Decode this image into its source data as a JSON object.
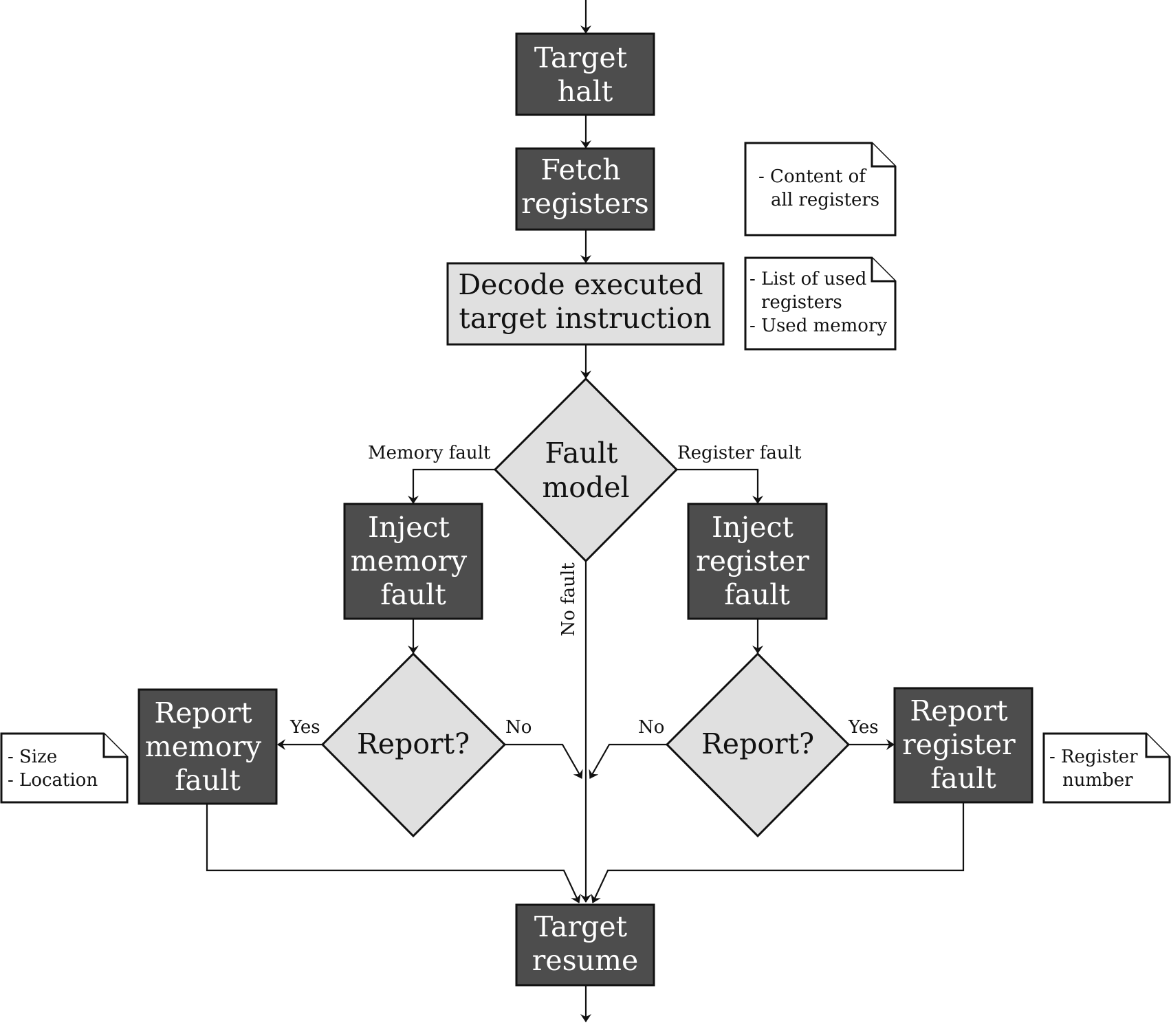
{
  "nodes": {
    "target_halt": [
      "Target",
      "halt"
    ],
    "fetch_registers": [
      "Fetch",
      "registers"
    ],
    "decode_instruction": [
      "Decode executed",
      "target instruction"
    ],
    "fault_model": [
      "Fault",
      "model"
    ],
    "inject_memory_fault": [
      "Inject",
      "memory",
      "fault"
    ],
    "inject_register_fault": [
      "Inject",
      "register",
      "fault"
    ],
    "report_question_left": [
      "Report?"
    ],
    "report_question_right": [
      "Report?"
    ],
    "report_memory_fault": [
      "Report",
      "memory",
      "fault"
    ],
    "report_register_fault": [
      "Report",
      "register",
      "fault"
    ],
    "target_resume": [
      "Target",
      "resume"
    ]
  },
  "edge_labels": {
    "memory_fault": "Memory fault",
    "register_fault": "Register fault",
    "no_fault": "No fault",
    "left_yes": "Yes",
    "left_no": "No",
    "right_no": "No",
    "right_yes": "Yes"
  },
  "notes": {
    "fetch_note": [
      "- Content of",
      "all registers"
    ],
    "decode_note": [
      "- List of used",
      "registers",
      "- Used memory"
    ],
    "memory_report_note": [
      "- Size",
      "- Location"
    ],
    "register_report_note": [
      "- Register",
      "number"
    ]
  },
  "colors": {
    "process_fill": "#4d4d4d",
    "decision_fill": "#e0e0e0",
    "note_fill": "#ffffff",
    "stroke": "#111111"
  }
}
